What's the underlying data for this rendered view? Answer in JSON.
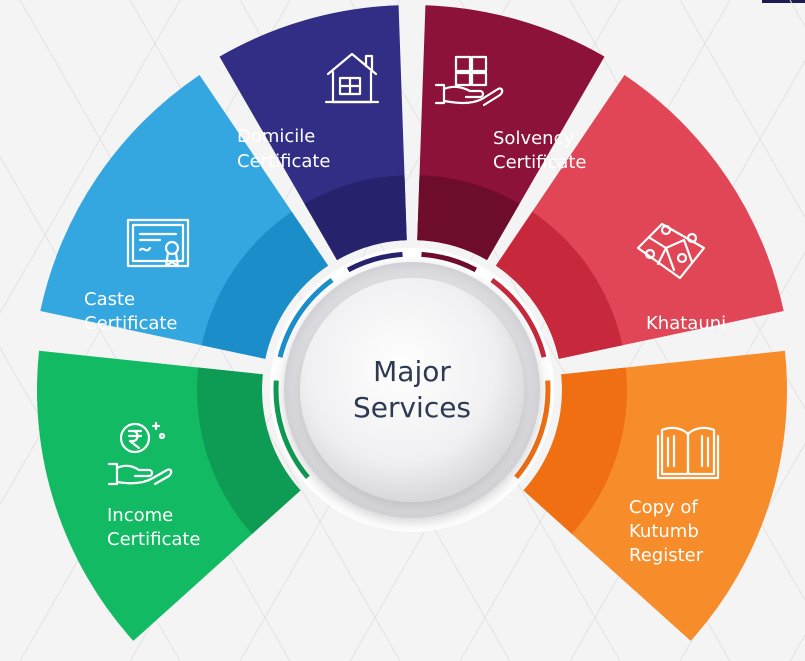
{
  "center": {
    "line1": "Major",
    "line2": "Services"
  },
  "services": [
    {
      "lines": [
        "Domicile",
        "Certificate"
      ],
      "icon": "house-icon",
      "color": "#332e85",
      "dark": "#27226c"
    },
    {
      "lines": [
        "Solvency",
        "Certificate"
      ],
      "icon": "puzzle-hand-icon",
      "color": "#8c1239",
      "dark": "#6e0c2c"
    },
    {
      "lines": [
        "Khatauni"
      ],
      "icon": "land-map-icon",
      "color": "#e04655",
      "dark": "#c7283c"
    },
    {
      "lines": [
        "Copy of",
        "Kutumb",
        "Register"
      ],
      "icon": "open-book-icon",
      "color": "#f78c2b",
      "dark": "#f06f12"
    },
    {
      "lines": [
        "Income",
        "Certificate"
      ],
      "icon": "rupee-hand-icon",
      "color": "#12ba63",
      "dark": "#0e9b53"
    },
    {
      "lines": [
        "Caste",
        "Certificate"
      ],
      "icon": "certificate-icon",
      "color": "#35a7e0",
      "dark": "#1b8ec9"
    }
  ]
}
